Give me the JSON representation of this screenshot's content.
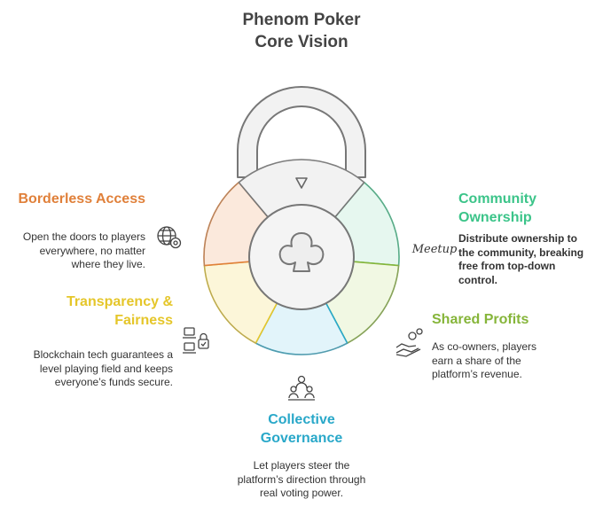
{
  "title": [
    "Phenom Poker",
    "Core Vision"
  ],
  "colors": {
    "borderless": "#E0803A",
    "transparency": "#E5C62A",
    "collective": "#29A8C9",
    "shared": "#86B53A",
    "community": "#3BC489",
    "lock_gray": "#777777"
  },
  "sections": {
    "borderless": {
      "heading": [
        "Borderless Access"
      ],
      "text": [
        "Open the doors to players",
        "everywhere, no matter",
        "where they live."
      ],
      "icon": "globe-gear-icon"
    },
    "transparency": {
      "heading": [
        "Transparency &",
        "Fairness"
      ],
      "text": [
        "Blockchain tech guarantees a",
        "level playing field and keeps",
        "everyone’s funds secure."
      ],
      "icon": "secure-devices-icon"
    },
    "collective": {
      "heading": [
        "Collective",
        "Governance"
      ],
      "text": [
        "Let players steer the",
        "platform’s direction through",
        "real voting power."
      ],
      "icon": "group-people-icon"
    },
    "shared": {
      "heading": [
        "Shared Profits"
      ],
      "text": [
        "As co-owners, players",
        "earn a share of the",
        "platform’s revenue."
      ],
      "icon": "hand-coins-icon"
    },
    "community": {
      "heading": [
        "Community",
        "Ownership"
      ],
      "text": [
        "Distribute ownership to",
        "the community, breaking",
        "free from top-down",
        "control."
      ],
      "icon": "meetup-icon",
      "icon_text": "Meetup"
    }
  }
}
